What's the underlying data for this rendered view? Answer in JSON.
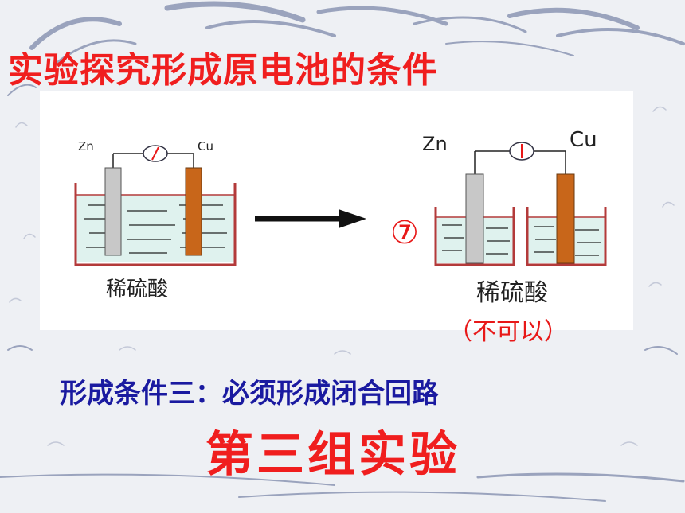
{
  "slide": {
    "title": "实验探究形成原电池的条件",
    "condition": "形成条件三：必须形成闭合回路",
    "group_title": "第三组实验"
  },
  "diagram": {
    "left_setup": {
      "electrode_left": "Zn",
      "electrode_right": "Cu",
      "solution": "稀硫酸"
    },
    "right_setup": {
      "number": "⑦",
      "electrode_left": "Zn",
      "electrode_right": "Cu",
      "solution": "稀硫酸",
      "result": "（不可以）"
    }
  },
  "colors": {
    "title": "#f01e1e",
    "condition": "#1a1aa0",
    "beaker": "#b33a3a",
    "zinc": "#c8c8c8",
    "copper": "#c8661a",
    "liquid": "#dff2ee"
  }
}
